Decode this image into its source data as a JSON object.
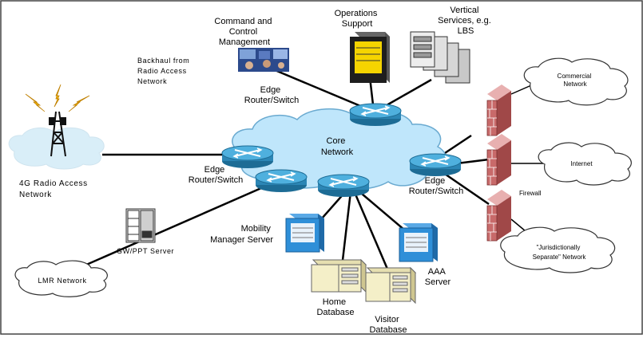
{
  "labels": {
    "command_control": [
      "Command and",
      "Control",
      "Management"
    ],
    "operations_support": [
      "Operations",
      "Support"
    ],
    "vertical_services": [
      "Vertical",
      "Services, e.g.",
      "LBS"
    ],
    "backhaul": [
      "Backhaul from",
      "Radio Access",
      "Network"
    ],
    "edge_router_top": [
      "Edge",
      "Router/Switch"
    ],
    "core_network": [
      "Core",
      "Network"
    ],
    "edge_router_left": [
      "Edge",
      "Router/Switch"
    ],
    "edge_router_right": [
      "Edge",
      "Router/Switch"
    ],
    "radio_access": [
      "4G Radio Access",
      "Network"
    ],
    "mobility_manager": [
      "Mobility",
      "Manager Server"
    ],
    "gw_ppt": "GW/PPT Server",
    "lmr_network": "LMR Network",
    "aaa_server": [
      "AAA",
      "Server"
    ],
    "home_database": [
      "Home",
      "Database"
    ],
    "visitor_database": [
      "Visitor",
      "Database"
    ],
    "commercial_network": [
      "Commercial",
      "Network"
    ],
    "internet": "Internet",
    "firewall": "Firewall",
    "jurisdictional": [
      "\"Jurisdictionally",
      "Separate\" Network"
    ]
  },
  "colors": {
    "cloud_blue": "#bfe6fb",
    "cloud_stroke": "#6aaad0",
    "router": "#3a9ccc",
    "brick": "#c86a6a",
    "server_blue": "#2f8fd8",
    "database": "#f4efc8"
  }
}
